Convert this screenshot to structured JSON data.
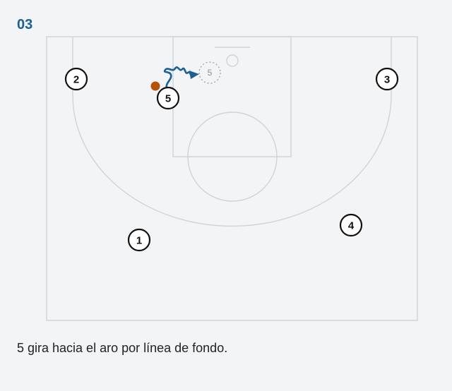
{
  "step": {
    "number": "03"
  },
  "players": [
    {
      "id": "p1",
      "label": "1"
    },
    {
      "id": "p2",
      "label": "2"
    },
    {
      "id": "p3",
      "label": "3"
    },
    {
      "id": "p4",
      "label": "4"
    },
    {
      "id": "p5",
      "label": "5"
    }
  ],
  "ghost_player": {
    "label": "5"
  },
  "caption": "5 gira hacia el aro por línea de fondo.",
  "colors": {
    "court_lines": "#cbd5dc",
    "movement_path": "#1c5f93",
    "ball": "#b45309",
    "step_number": "#1c5f93"
  }
}
